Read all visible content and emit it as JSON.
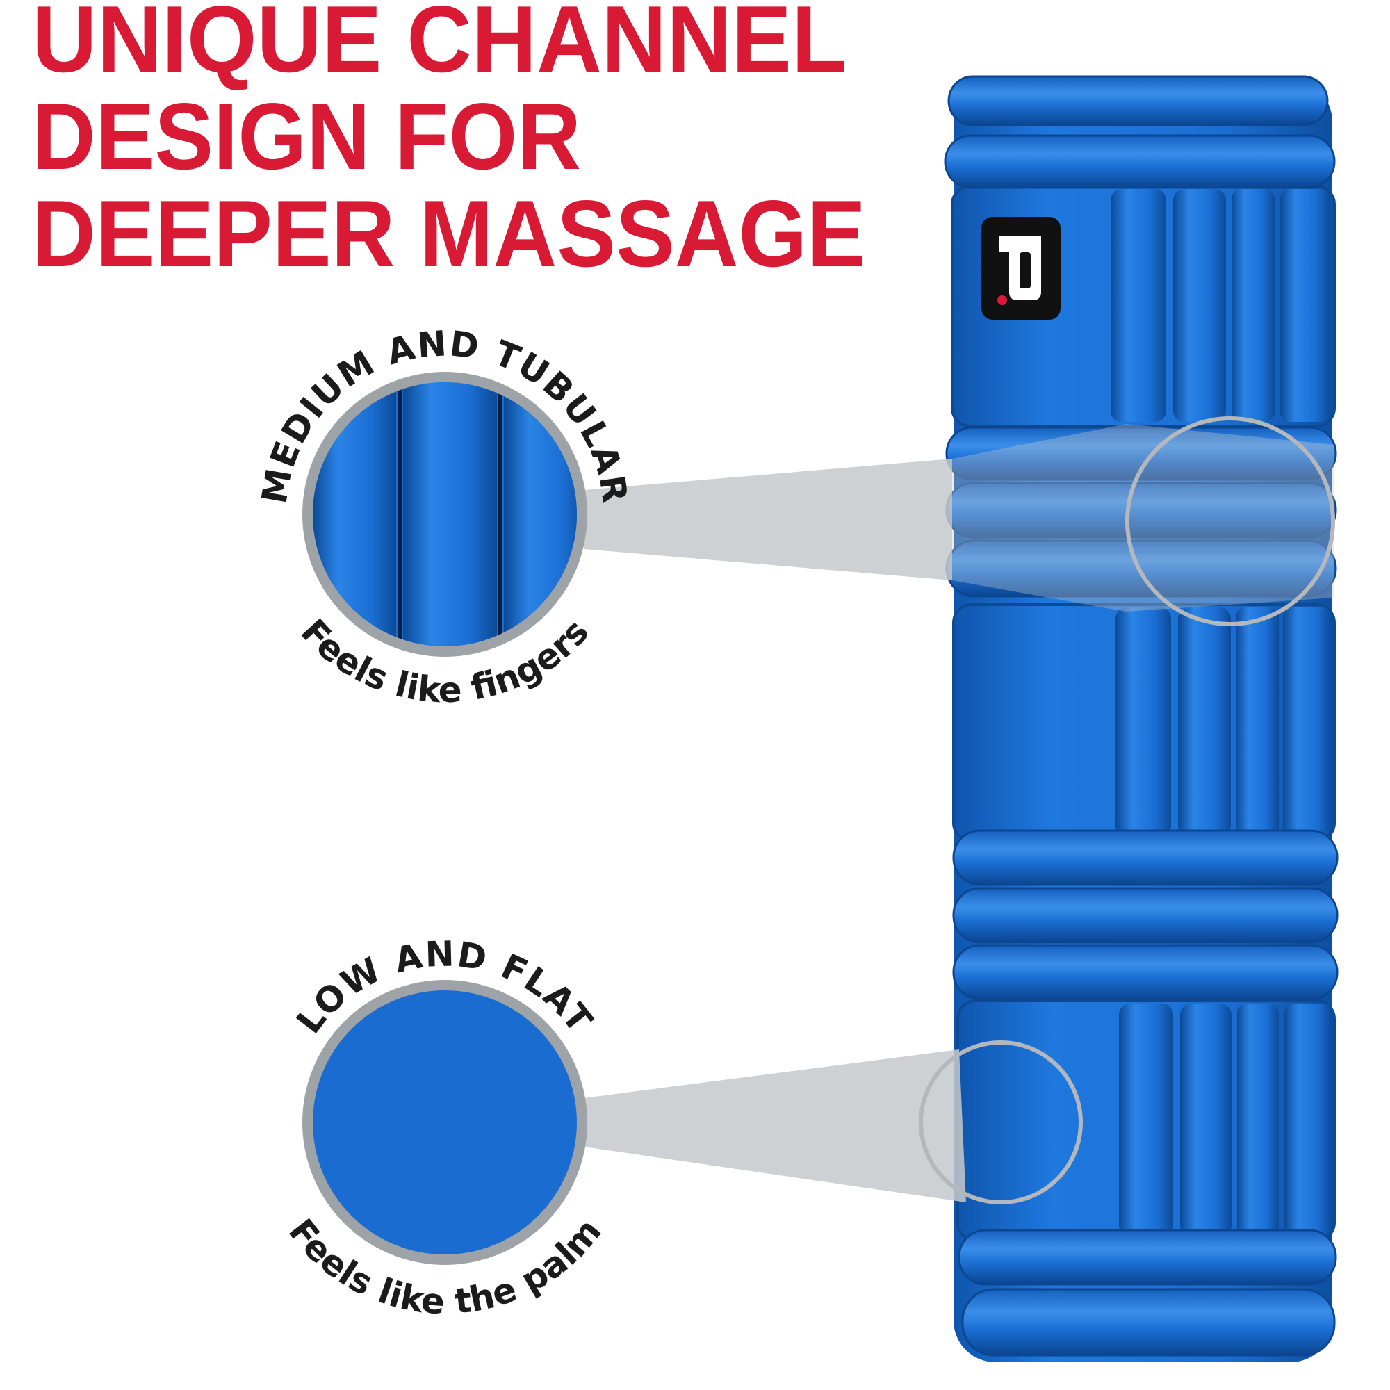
{
  "headline": {
    "lines": [
      "UNIQUE CHANNEL",
      "DESIGN FOR",
      "DEEPER MASSAGE"
    ]
  },
  "callouts": [
    {
      "title": "MEDIUM AND TUBULAR",
      "subtitle": "Feels like fingers",
      "texture": "tubular-ribs"
    },
    {
      "title": "LOW AND FLAT",
      "subtitle": "Feels like the palm",
      "texture": "flat"
    }
  ],
  "colors": {
    "headline": "#d91a35",
    "roller_blue": "#1b6fd4",
    "ring_gray": "#9ea3a8",
    "cone_gray": "#c6c9cc",
    "logo_black": "#111111",
    "logo_dot": "#e0163a"
  }
}
